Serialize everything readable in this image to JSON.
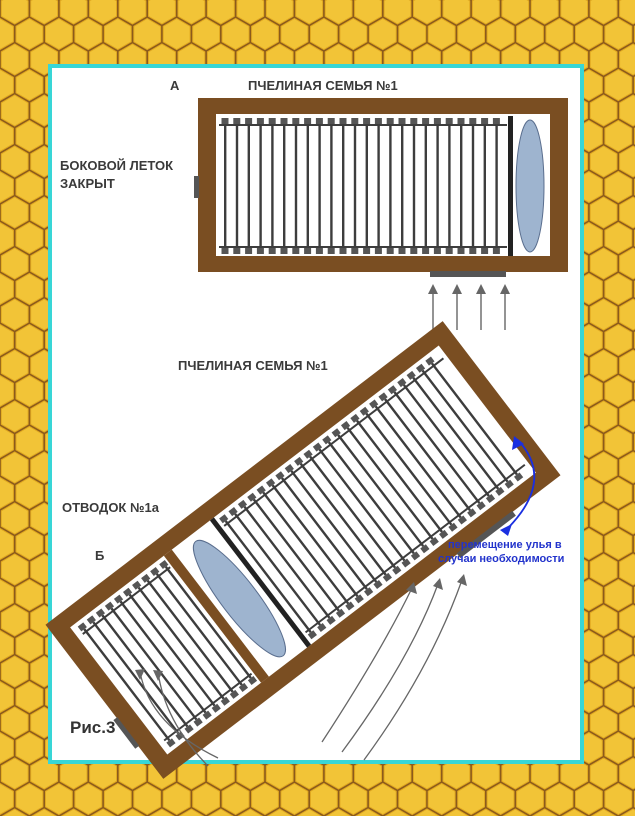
{
  "labels": {
    "a": "А",
    "b": "Б",
    "family_top": "ПЧЕЛИНАЯ СЕМЬЯ №1",
    "family_bottom": "ПЧЕЛИНАЯ СЕМЬЯ №1",
    "side_entrance_line1": "БОКОВОЙ ЛЕТОК",
    "side_entrance_line2": "ЗАКРЫТ",
    "split": "ОТВОДОК №1а",
    "move_line1": "перемещение улья в",
    "move_line2": "случаи   необходимости",
    "figure": "Рис.3"
  },
  "colors": {
    "honey": "#f2c437",
    "frame_border": "#38d6d6",
    "hive_wood": "#7a4e22",
    "comb_frame": "#3d3d3d",
    "feeder": "#9eb4cf",
    "entrance": "#555555",
    "arrow_blue": "#1a2fe0",
    "arrow_gray": "#666666"
  }
}
